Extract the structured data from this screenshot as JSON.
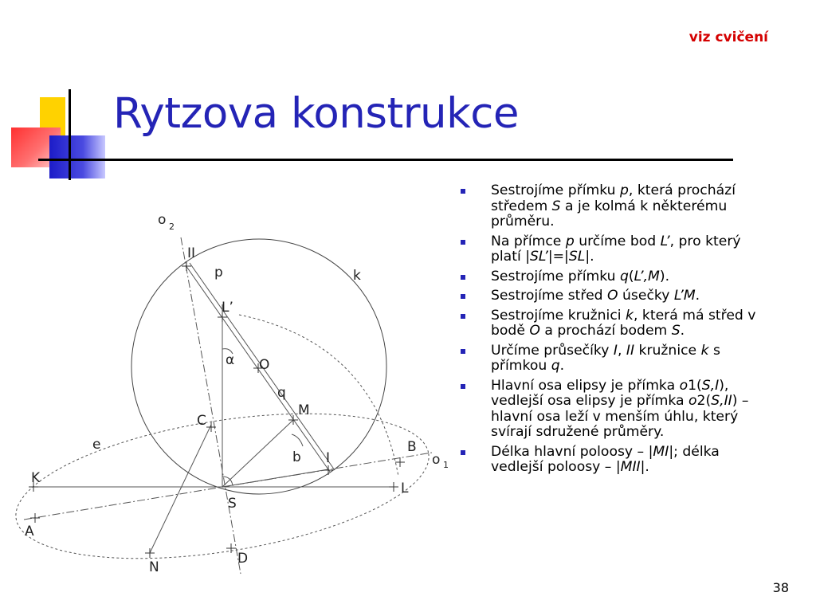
{
  "header": {
    "title": "Rytzova konstrukce",
    "link": "viz cvičení"
  },
  "page_number": "38",
  "bullets": [
    [
      {
        "t": "Sestrojíme přímku "
      },
      {
        "t": "p",
        "i": true
      },
      {
        "t": ", která prochází středem "
      },
      {
        "t": "S",
        "i": true
      },
      {
        "t": " a je kolmá k některému průměru."
      }
    ],
    [
      {
        "t": "Na přímce "
      },
      {
        "t": "p",
        "i": true
      },
      {
        "t": " určíme bod "
      },
      {
        "t": "L’",
        "i": true
      },
      {
        "t": ", pro který platí |"
      },
      {
        "t": "SL’",
        "i": true
      },
      {
        "t": "|=|"
      },
      {
        "t": "SL",
        "i": true
      },
      {
        "t": "|."
      }
    ],
    [
      {
        "t": "Sestrojíme přímku "
      },
      {
        "t": "q",
        "i": true
      },
      {
        "t": "("
      },
      {
        "t": "L’,M",
        "i": true
      },
      {
        "t": ")."
      }
    ],
    [
      {
        "t": "Sestrojíme střed "
      },
      {
        "t": "O",
        "i": true
      },
      {
        "t": " úsečky "
      },
      {
        "t": "L’M",
        "i": true
      },
      {
        "t": "."
      }
    ],
    [
      {
        "t": "Sestrojíme kružnici "
      },
      {
        "t": "k",
        "i": true
      },
      {
        "t": ", která má střed v bodě "
      },
      {
        "t": "O",
        "i": true
      },
      {
        "t": " a prochází bodem "
      },
      {
        "t": "S",
        "i": true
      },
      {
        "t": "."
      }
    ],
    [
      {
        "t": "Určíme průsečíky "
      },
      {
        "t": "I",
        "i": true
      },
      {
        "t": ", "
      },
      {
        "t": "II",
        "i": true
      },
      {
        "t": " kružnice "
      },
      {
        "t": "k",
        "i": true
      },
      {
        "t": " s přímkou "
      },
      {
        "t": "q",
        "i": true
      },
      {
        "t": "."
      }
    ],
    [
      {
        "t": "Hlavní osa elipsy je přímka "
      },
      {
        "t": "o",
        "i": true
      },
      {
        "t": "1("
      },
      {
        "t": "S,I",
        "i": true
      },
      {
        "t": "), vedlejší osa elipsy je přímka "
      },
      {
        "t": "o",
        "i": true
      },
      {
        "t": "2("
      },
      {
        "t": "S,II",
        "i": true
      },
      {
        "t": ") – hlavní osa leží v menším úhlu, který svírají sdružené průměry."
      }
    ],
    [
      {
        "t": "Délka hlavní poloosy – |"
      },
      {
        "t": "MI",
        "i": true
      },
      {
        "t": "|; délka vedlejší poloosy – |"
      },
      {
        "t": "MII",
        "i": true
      },
      {
        "t": "|."
      }
    ]
  ],
  "diagram": {
    "labels": {
      "o2": "o",
      "o2_sub": "2",
      "o1": "o",
      "o1_sub": "1",
      "II": "II",
      "p": "p",
      "k": "k",
      "Lp": "L’",
      "alpha": "α",
      "O": "O",
      "q": "q",
      "M": "M",
      "C": "C",
      "e": "e",
      "b": "b",
      "I": "I",
      "B": "B",
      "K": "K",
      "L": "L",
      "S": "S",
      "A": "A",
      "D": "D",
      "N": "N"
    }
  }
}
